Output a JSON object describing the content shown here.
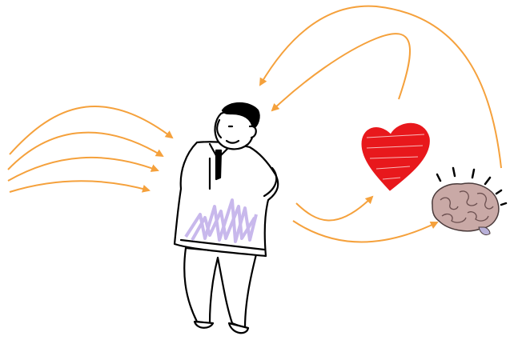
{
  "colors": {
    "arrow": "#f5a13c",
    "heart": "#e8181c",
    "brain": "#c9a9a6",
    "shirt_scribble": "#c8b8ec",
    "outline": "#000000",
    "background": "#ffffff"
  },
  "elements": {
    "person": "person-figure",
    "heart": "heart-icon",
    "brain": "brain-icon",
    "incoming_arrows": 4,
    "outgoing_arrows": 2,
    "feedback_arrows": 2
  }
}
